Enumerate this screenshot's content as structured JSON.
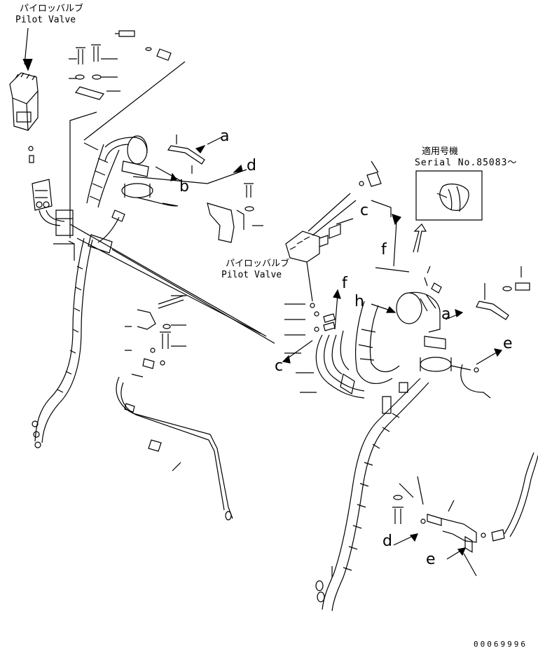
{
  "labels": {
    "pilot_valve_jp_top": "パイロッバルブ",
    "pilot_valve_en_top": "Pilot Valve",
    "pilot_valve_jp_mid": "パイロッバルブ",
    "pilot_valve_en_mid": "Pilot Valve",
    "applicable_jp": "適用号機",
    "serial_no": "Serial No.85083～",
    "document_number": "00069996"
  },
  "connection_letters": {
    "a_upper": "a",
    "b_upper": "b",
    "d_upper": "d",
    "c_mid": "c",
    "f_mid": "f",
    "f_lower": "f",
    "h_mid": "h",
    "a_right": "a",
    "c_left": "c",
    "e_right": "e",
    "d_lower": "d",
    "e_lower": "e"
  }
}
